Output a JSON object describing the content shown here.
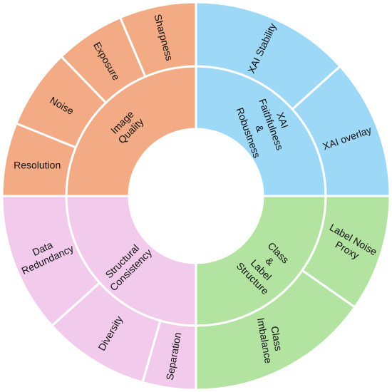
{
  "colors": {
    "image_quality": "#F2AB84",
    "xai": "#9DD8F7",
    "class_label": "#B3E3A1",
    "structural": "#F2CBEC",
    "stroke": "#ffffff",
    "text": "#111111"
  },
  "categories": [
    {
      "id": "image_quality",
      "label_lines": [
        "Image",
        "Quality"
      ],
      "children": [
        {
          "label_lines": [
            "Resolution"
          ]
        },
        {
          "label_lines": [
            "Noise"
          ]
        },
        {
          "label_lines": [
            "Exposure"
          ]
        },
        {
          "label_lines": [
            "Sharpness"
          ]
        }
      ]
    },
    {
      "id": "xai",
      "label_lines": [
        "XAI",
        "Faithfulness",
        "&",
        "Robustness"
      ],
      "children": [
        {
          "label_lines": [
            "XAI Stability"
          ]
        },
        {
          "label_lines": [
            "XAI overlay"
          ]
        }
      ]
    },
    {
      "id": "class_label",
      "label_lines": [
        "Class",
        "&",
        "Label",
        "Structure"
      ],
      "children": [
        {
          "label_lines": [
            "Label Noise",
            "Proxy"
          ]
        },
        {
          "label_lines": [
            "Class",
            "Imbalance"
          ]
        }
      ]
    },
    {
      "id": "structural",
      "label_lines": [
        "Structural",
        "Consistency"
      ],
      "children": [
        {
          "label_lines": [
            "Separation"
          ]
        },
        {
          "label_lines": [
            "Diversity"
          ]
        },
        {
          "label_lines": [
            "Data",
            "Redundancy"
          ]
        }
      ]
    }
  ]
}
